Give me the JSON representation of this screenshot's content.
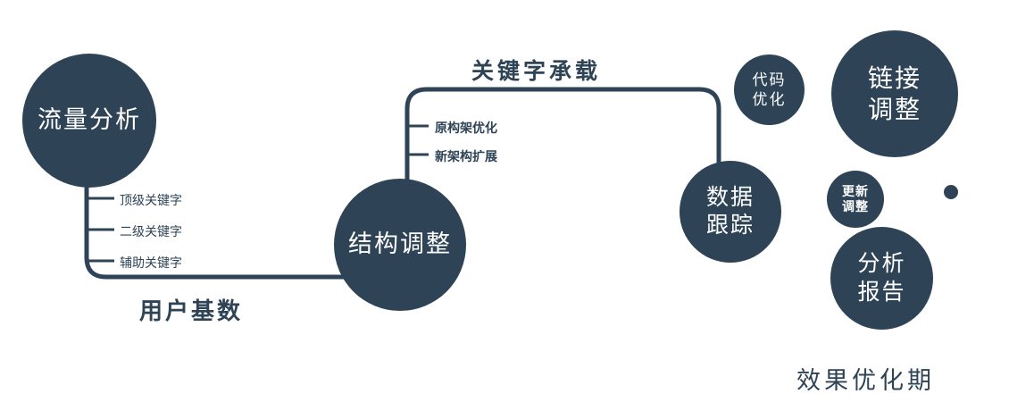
{
  "colors": {
    "primary": "#2e4456",
    "node_text": "#ffffff",
    "background": "#ffffff"
  },
  "nodes": {
    "traffic": {
      "label": "流量分析"
    },
    "structure": {
      "label": "结构调整"
    },
    "tracking": {
      "line1": "数据",
      "line2": "跟踪"
    },
    "code": {
      "line1": "代码",
      "line2": "优化"
    },
    "link": {
      "line1": "链接",
      "line2": "调整"
    },
    "update": {
      "line1": "更新",
      "line2": "调整"
    },
    "report": {
      "line1": "分析",
      "line2": "报告"
    }
  },
  "edge_labels": {
    "keyword_load": "关键字承载",
    "user_base": "用户基数"
  },
  "branches": {
    "left": [
      "顶级关键字",
      "二级关键字",
      "辅助关键字"
    ],
    "middle": [
      "原构架优化",
      "新架构扩展"
    ]
  },
  "footer_label": "效果优化期"
}
